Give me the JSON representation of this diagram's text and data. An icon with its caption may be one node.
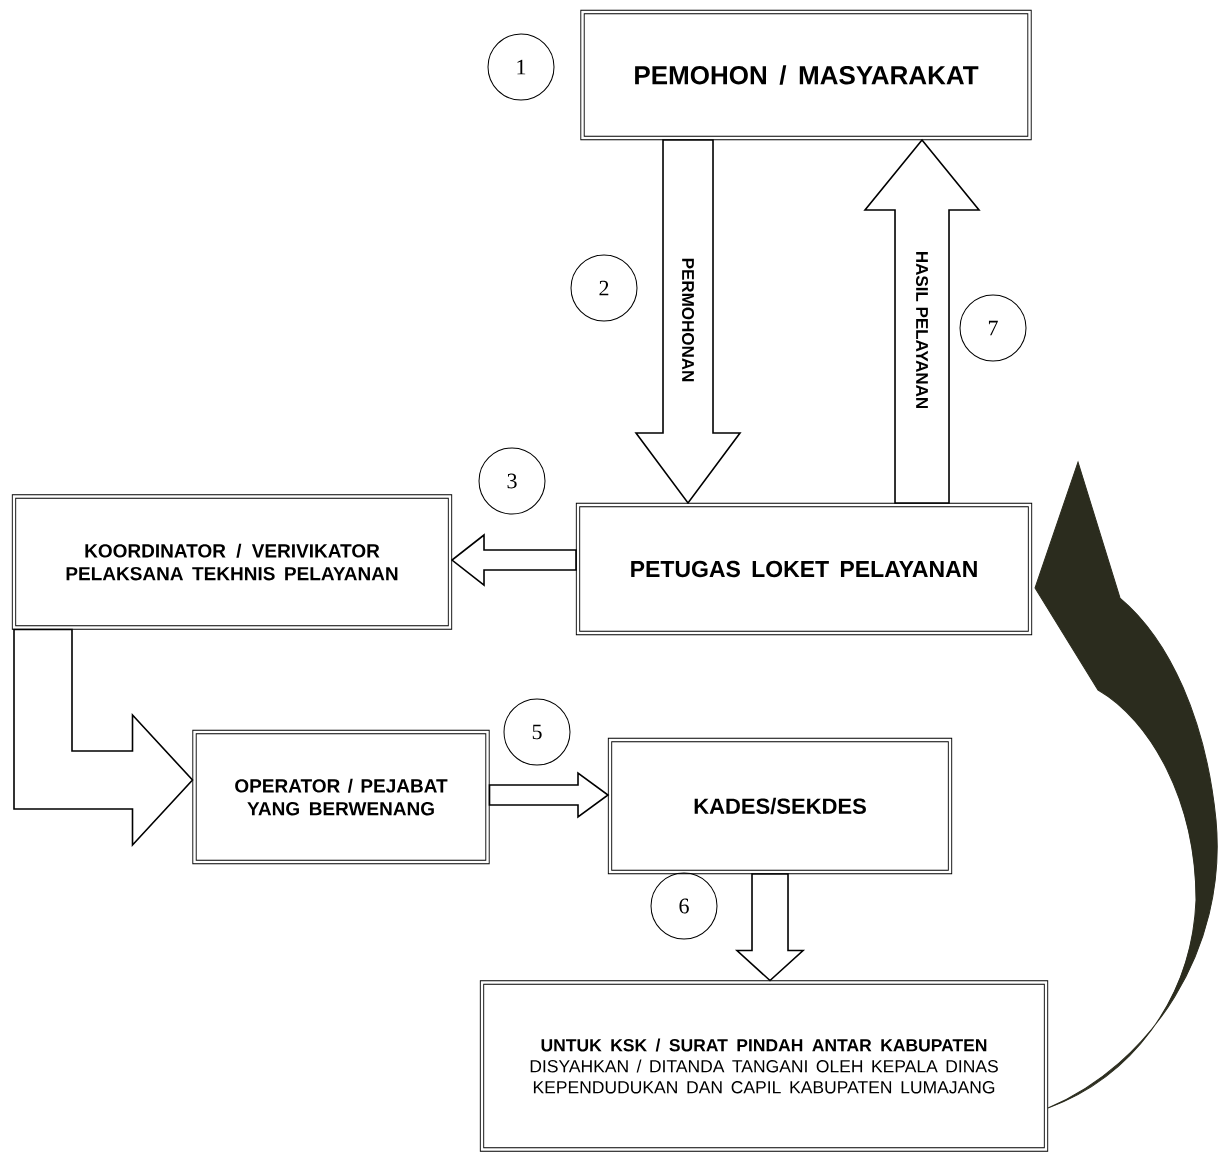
{
  "diagram": {
    "nodes": [
      {
        "text": [
          "PEMOHON / MASYARAKAT"
        ]
      },
      {
        "text": [
          "PETUGAS LOKET PELAYANAN"
        ]
      },
      {
        "text": [
          "KOORDINATOR / VERIVIKATOR PELAKSANA TEKHNIS PELAYANAN"
        ]
      },
      {
        "text": [
          "OPERATOR / PEJABAT YANG BERWENANG"
        ]
      },
      {
        "text": [
          "KADES/SEKDES"
        ]
      },
      {
        "text": [
          "UNTUK KSK / SURAT PINDAH ANTAR KABUPATEN",
          "DISYAHKAN / DITANDA TANGANI OLEH KEPALA DINAS KEPENDUDUKAN DAN CAPIL KABUPATEN LUMAJANG"
        ]
      },
      {
        "text": [
          "1"
        ]
      },
      {
        "text": [
          "2"
        ]
      },
      {
        "text": [
          "3"
        ]
      },
      {
        "text": [
          "5"
        ]
      },
      {
        "text": [
          "6"
        ]
      },
      {
        "text": [
          "7"
        ]
      }
    ],
    "edges": [
      {
        "from": 0,
        "to": 1,
        "arrow": "to",
        "label": "PERMOHONAN"
      },
      {
        "from": 1,
        "to": 0,
        "arrow": "to",
        "label": "HASIL PELAYANAN"
      },
      {
        "from": 1,
        "to": 2,
        "arrow": "to"
      },
      {
        "from": 2,
        "to": 3,
        "arrow": "to"
      },
      {
        "from": 3,
        "to": 4,
        "arrow": "to"
      },
      {
        "from": 4,
        "to": 5,
        "arrow": "to"
      },
      {
        "from": 5,
        "to": 1,
        "arrow": "to",
        "color": "#2b2c1e"
      }
    ]
  }
}
